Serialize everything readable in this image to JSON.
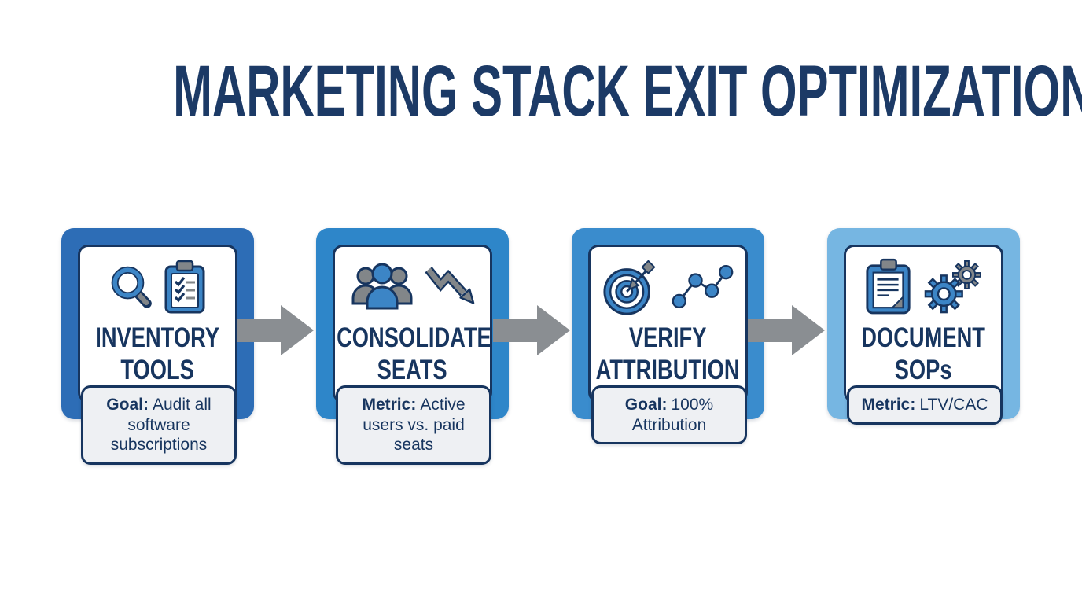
{
  "title": "MARKETING STACK EXIT OPTIMIZATION",
  "steps": [
    {
      "title": "INVENTORY TOOLS",
      "note_label": "Goal:",
      "note_value": "Audit all software subscriptions",
      "frame_color": "#2d6db6",
      "icons": [
        "magnifier-icon",
        "checklist-clipboard-icon"
      ]
    },
    {
      "title": "CONSOLIDATE SEATS",
      "note_label": "Metric:",
      "note_value": "Active users vs. paid seats",
      "frame_color": "#2e86c9",
      "icons": [
        "team-icon",
        "declining-trend-icon"
      ]
    },
    {
      "title": "VERIFY ATTRIBUTION",
      "note_label": "Goal:",
      "note_value": "100% Attribution",
      "frame_color": "#3a8ccd",
      "icons": [
        "target-icon",
        "line-chart-icon"
      ]
    },
    {
      "title": "DOCUMENT SOPs",
      "note_label": "Metric:",
      "note_value": "LTV/CAC",
      "frame_color": "#76b6e2",
      "icons": [
        "document-clipboard-icon",
        "gears-icon"
      ]
    }
  ],
  "colors": {
    "title": "#1c3a66",
    "navy": "#17355f",
    "text": "#17355f",
    "note_bg": "#eef0f3",
    "arrow": "#8a8e92",
    "icon_blue": "#3c85c6",
    "icon_gray": "#828689"
  }
}
